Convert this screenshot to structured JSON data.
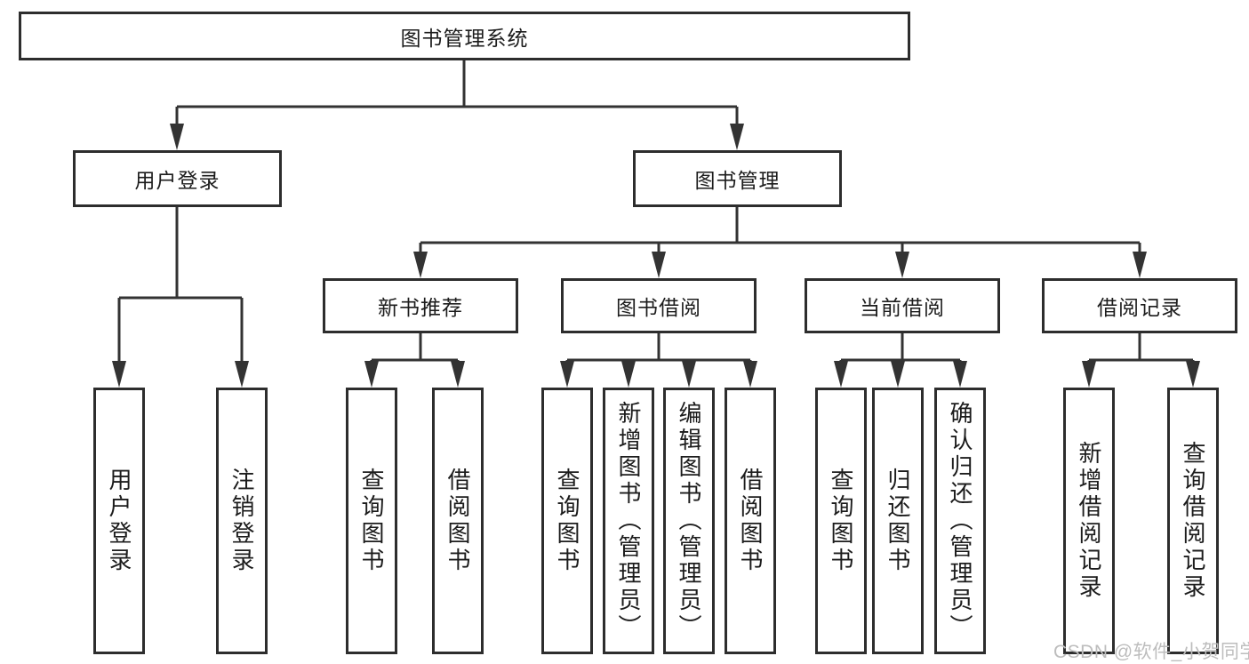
{
  "diagram": {
    "root": {
      "label": "图书管理系统"
    },
    "level2": {
      "user_login": {
        "label": "用户登录"
      },
      "book_management": {
        "label": "图书管理"
      }
    },
    "level3": {
      "new_book_recommend": {
        "label": "新书推荐"
      },
      "book_borrow": {
        "label": "图书借阅"
      },
      "current_borrow": {
        "label": "当前借阅"
      },
      "borrow_records": {
        "label": "借阅记录"
      }
    },
    "leaves": {
      "login": [
        {
          "label": "用户登录"
        },
        {
          "label": "注销登录"
        }
      ],
      "recommend": [
        {
          "label": "查询图书"
        },
        {
          "label": "借阅图书"
        }
      ],
      "borrow": [
        {
          "label": "查询图书"
        },
        {
          "label": "新增图书（管理员）"
        },
        {
          "label": "编辑图书（管理员）"
        },
        {
          "label": "借阅图书"
        }
      ],
      "current": [
        {
          "label": "查询图书"
        },
        {
          "label": "归还图书"
        },
        {
          "label": "确认归还（管理员）"
        }
      ],
      "records": [
        {
          "label": "新增借阅记录"
        },
        {
          "label": "查询借阅记录"
        }
      ]
    },
    "watermark": {
      "text": "CSDN @软件_小贺同学",
      "color": "#bdbdbd"
    },
    "colors": {
      "line": "#333333",
      "box_border": "#2d2d2d",
      "text": "#1c1c1c",
      "background": "#ffffff"
    }
  }
}
